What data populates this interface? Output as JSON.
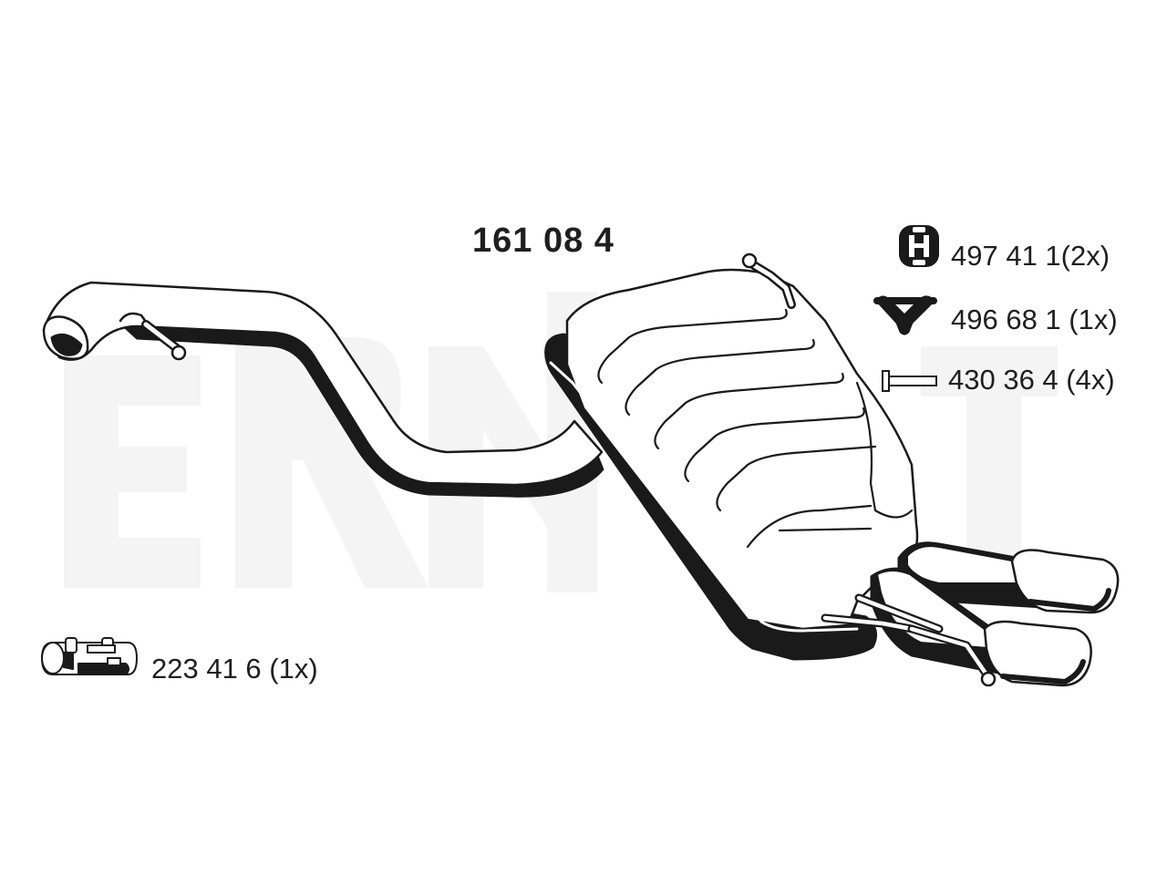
{
  "diagram": {
    "main_part_number": "161 08 4",
    "watermark": "ERNST",
    "parts": [
      {
        "icon": "rubber-hanger-icon",
        "label": "497 41 1(2x)"
      },
      {
        "icon": "hanger-bracket-icon",
        "label": "496 68 1 (1x)"
      },
      {
        "icon": "bolt-icon",
        "label": "430 36 4 (4x)"
      },
      {
        "icon": "pipe-clamp-icon",
        "label": "223 41 6 (1x)"
      }
    ],
    "colors": {
      "line": "#1a1a1a",
      "fill": "#ffffff",
      "watermark": "#f4f4f4"
    }
  }
}
